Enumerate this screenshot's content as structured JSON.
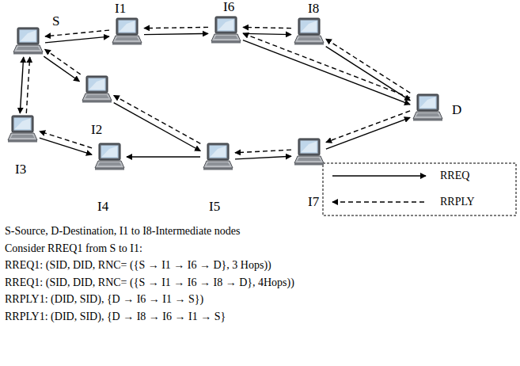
{
  "diagram": {
    "nodes": [
      {
        "text": [
          "S"
        ]
      },
      {
        "text": [
          "I1"
        ]
      },
      {
        "text": [
          "I6"
        ]
      },
      {
        "text": [
          "I8"
        ]
      },
      {
        "text": [
          "I2"
        ]
      },
      {
        "text": [
          "D"
        ]
      },
      {
        "text": [
          "I3"
        ]
      },
      {
        "text": [
          "I4"
        ]
      },
      {
        "text": [
          "I5"
        ]
      },
      {
        "text": [
          "I7"
        ]
      }
    ],
    "edges": [
      {
        "from": 0,
        "to": 1,
        "arrow": "to"
      },
      {
        "from": 1,
        "to": 0,
        "arrow": "to"
      },
      {
        "from": 1,
        "to": 2,
        "arrow": "to"
      },
      {
        "from": 2,
        "to": 1,
        "arrow": "to"
      },
      {
        "from": 2,
        "to": 3,
        "arrow": "to"
      },
      {
        "from": 3,
        "to": 2,
        "arrow": "to"
      },
      {
        "from": 3,
        "to": 5,
        "arrow": "to"
      },
      {
        "from": 5,
        "to": 3,
        "arrow": "to"
      },
      {
        "from": 2,
        "to": 5,
        "arrow": "to"
      },
      {
        "from": 5,
        "to": 2,
        "arrow": "to"
      },
      {
        "from": 0,
        "to": 4,
        "arrow": "to"
      },
      {
        "from": 4,
        "to": 0,
        "arrow": "to"
      },
      {
        "from": 0,
        "to": 6,
        "arrow": "both"
      },
      {
        "from": 6,
        "to": 0,
        "arrow": "to"
      },
      {
        "from": 4,
        "to": 8,
        "arrow": "to"
      },
      {
        "from": 8,
        "to": 4,
        "arrow": "to"
      },
      {
        "from": 6,
        "to": 7,
        "arrow": "to"
      },
      {
        "from": 7,
        "to": 6,
        "arrow": "to"
      },
      {
        "from": 8,
        "to": 7,
        "arrow": "to"
      },
      {
        "from": 8,
        "to": 9,
        "arrow": "to"
      },
      {
        "from": 9,
        "to": 8,
        "arrow": "to"
      },
      {
        "from": 9,
        "to": 5,
        "arrow": "to"
      },
      {
        "from": 5,
        "to": 9,
        "arrow": "to"
      }
    ],
    "labels": [
      "S-Source, D-Destination, I1 to I8-Intermediate nodes",
      "Consider RREQ1 from S to I1:",
      "RREQ1: (SID, DID, RNC= ({S → I1 → I6 → D}, 3 Hops))",
      "RREQ1: (SID, DID, RNC= ({S → I1 → I6 → I8 → D}, 4Hops))",
      "RRPLY1: (DID, SID), {D → I6 → I1 → S})",
      "RRPLY1: (DID, SID), {D → I8 → I6 → I1 → S}"
    ],
    "legend": [
      {
        "text": "RREQ"
      },
      {
        "text": "RRPLY"
      }
    ]
  }
}
